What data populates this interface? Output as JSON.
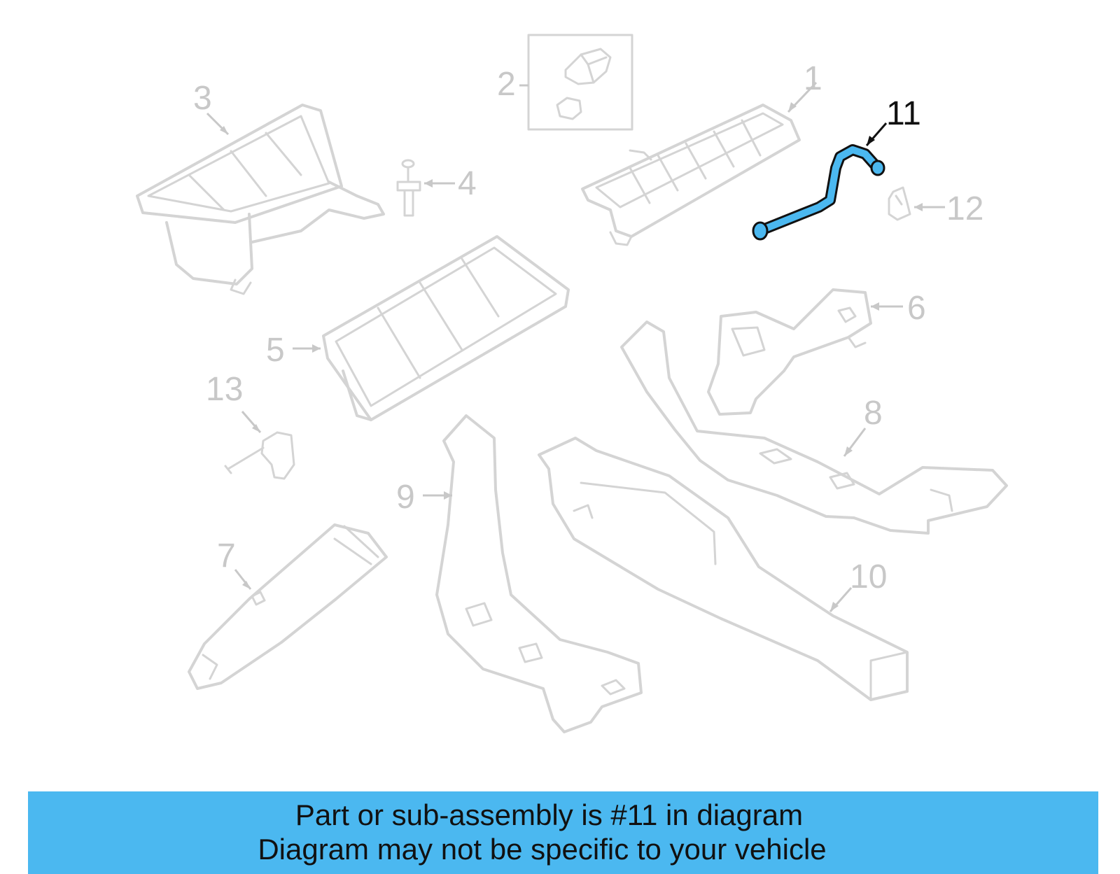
{
  "diagram": {
    "callouts": [
      "1",
      "2",
      "3",
      "4",
      "5",
      "6",
      "7",
      "8",
      "9",
      "10",
      "11",
      "12",
      "13"
    ],
    "highlighted_callout": "11",
    "colors": {
      "highlight_part": "#4bb8f0",
      "faded_part": "#d4d4d4",
      "faded_label": "#c8c8c8",
      "active_label": "#111111"
    }
  },
  "banner": {
    "line1": "Part or sub-assembly is #11 in diagram",
    "line2": "Diagram may not be specific to your vehicle",
    "background": "#4bb8f0"
  }
}
